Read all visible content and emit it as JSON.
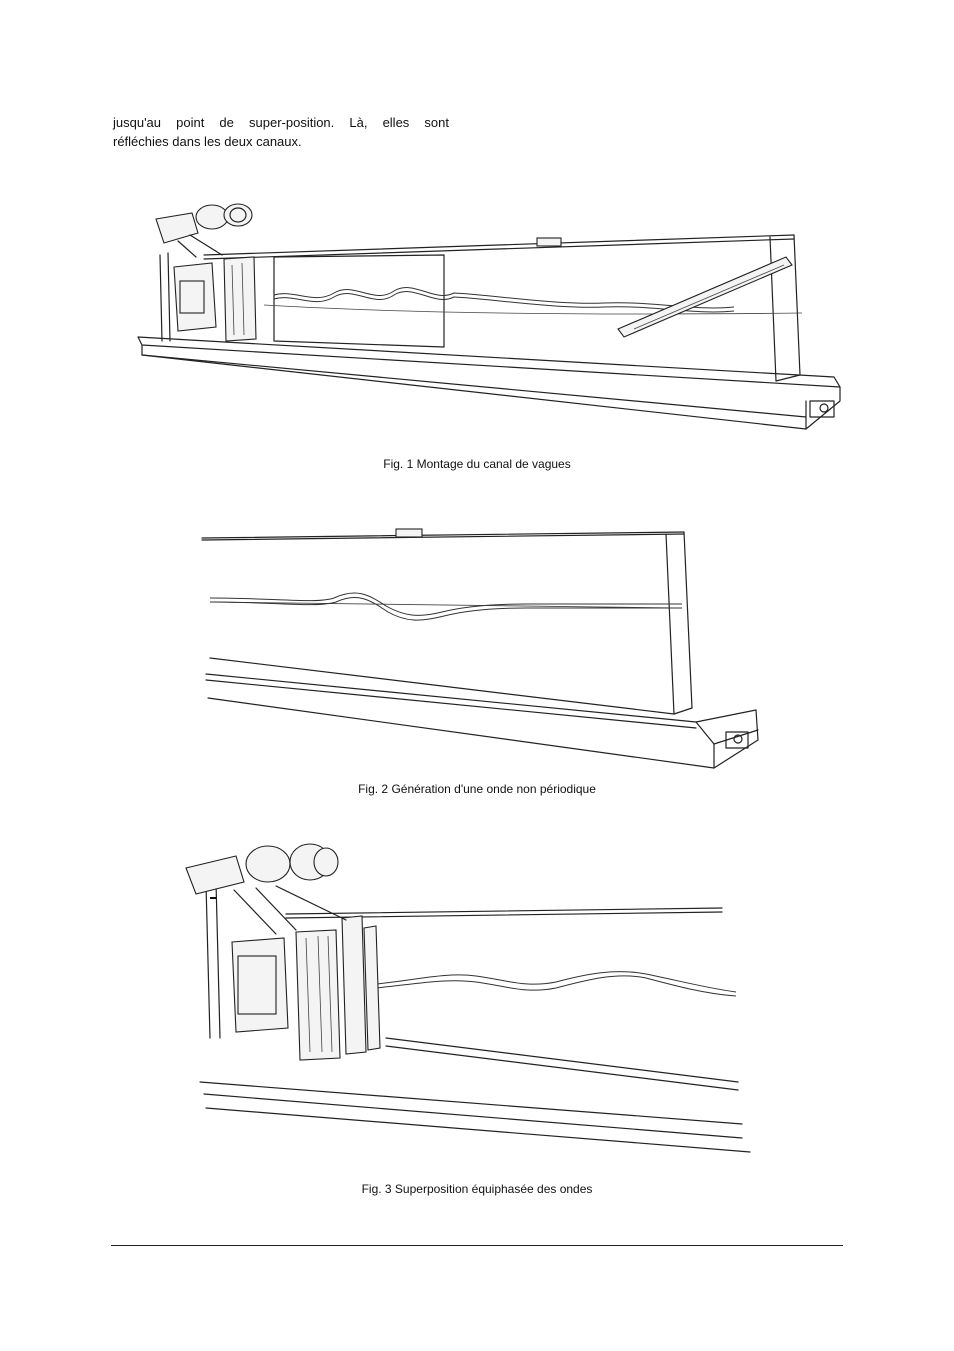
{
  "text": {
    "line1": "jusqu'au point de super-position. Là, elles sont",
    "line2": "réfléchies dans les deux canaux."
  },
  "figures": [
    {
      "caption": "Fig. 1 Montage du canal de vagues"
    },
    {
      "caption": "Fig. 2 Génération d'une onde non périodique"
    },
    {
      "caption": "Fig. 3 Superposition équiphasée des ondes"
    }
  ]
}
